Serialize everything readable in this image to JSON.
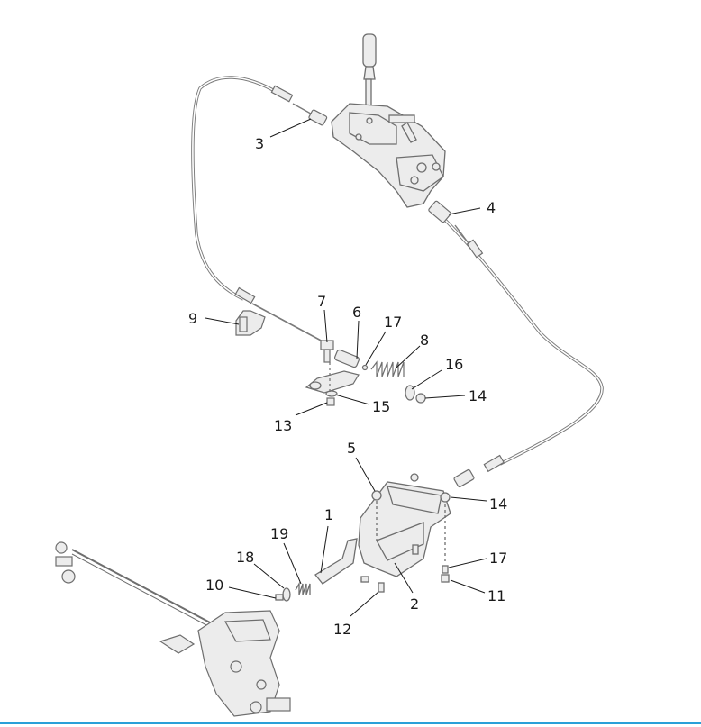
{
  "diagram": {
    "colors": {
      "part_outline": "#6e6e6e",
      "part_fill": "#ececec",
      "cable": "#7a7a7a",
      "leader": "#1a1a1a",
      "accent_rule": "#2aa0d8"
    },
    "callouts": [
      "3",
      "4",
      "9",
      "7",
      "6",
      "17",
      "8",
      "16",
      "14",
      "15",
      "13",
      "5",
      "14",
      "1",
      "19",
      "18",
      "10",
      "12",
      "2",
      "17",
      "11"
    ]
  }
}
